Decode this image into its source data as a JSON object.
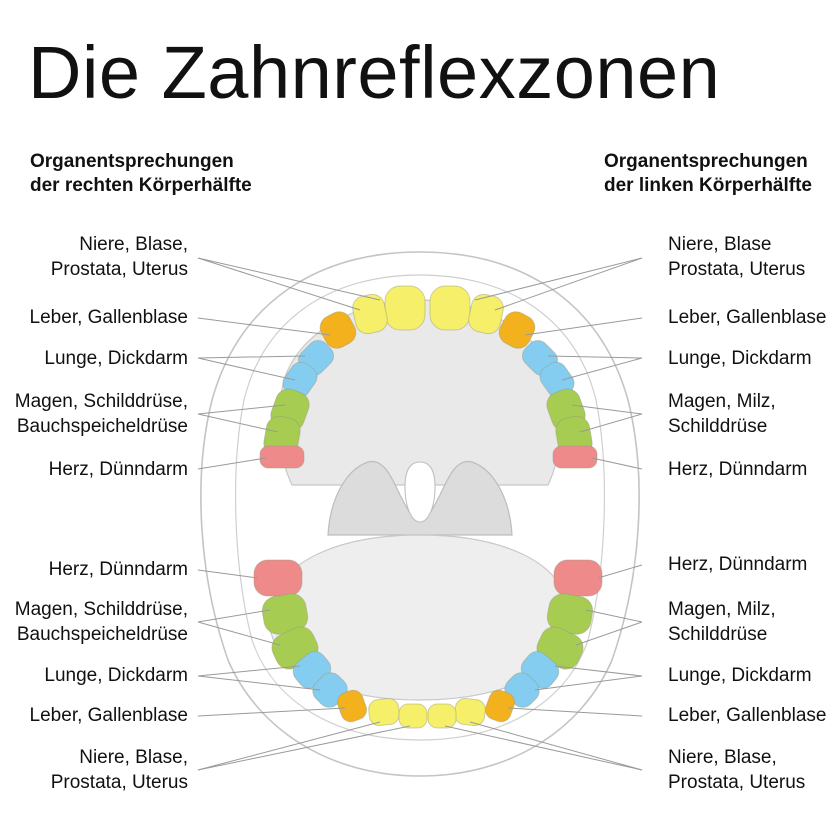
{
  "title": "Die Zahnreflexzonen",
  "header_left": {
    "line1": "Organentsprechungen",
    "line2": "der rechten Körperhälfte"
  },
  "header_right": {
    "line1": "Organentsprechungen",
    "line2": "der linken Körperhälfte"
  },
  "left_labels": {
    "upper_niere": {
      "line1": "Niere, Blase,",
      "line2": "Prostata, Uterus"
    },
    "upper_leber": "Leber, Gallenblase",
    "upper_lunge": "Lunge, Dickdarm",
    "upper_magen": {
      "line1": "Magen, Schilddrüse,",
      "line2": "Bauchspeicheldrüse"
    },
    "upper_herz": "Herz, Dünndarm",
    "lower_herz": "Herz, Dünndarm",
    "lower_magen": {
      "line1": "Magen, Schilddrüse,",
      "line2": "Bauchspeicheldrüse"
    },
    "lower_lunge": "Lunge, Dickdarm",
    "lower_leber": "Leber, Gallenblase",
    "lower_niere": {
      "line1": "Niere, Blase,",
      "line2": "Prostata, Uterus"
    }
  },
  "right_labels": {
    "upper_niere": {
      "line1": "Niere, Blase",
      "line2": "Prostata, Uterus"
    },
    "upper_leber": "Leber, Gallenblase",
    "upper_lunge": "Lunge, Dickdarm",
    "upper_magen": {
      "line1": "Magen, Milz,",
      "line2": "Schilddrüse"
    },
    "upper_herz": "Herz, Dünndarm",
    "lower_herz": "Herz, Dünndarm",
    "lower_magen": {
      "line1": "Magen, Milz,",
      "line2": "Schilddrüse"
    },
    "lower_lunge": "Lunge, Dickdarm",
    "lower_leber": "Leber, Gallenblase",
    "lower_niere": {
      "line1": "Niere, Blase,",
      "line2": "Prostata, Uterus"
    }
  },
  "colors": {
    "incisor": "#f5ef6a",
    "canine": "#f3b11e",
    "premolar": "#84cdf0",
    "molar": "#a6cc52",
    "wisdom": "#ee8a8a",
    "gum": "#e6e6e6",
    "outline": "#c4c4c4",
    "leader": "#9a9a9a"
  }
}
